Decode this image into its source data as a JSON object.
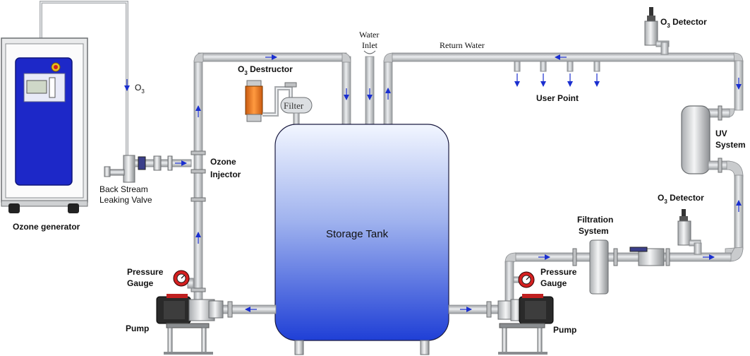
{
  "labels": {
    "ozone_generator": "Ozone generator",
    "o3_feed": "O",
    "o3_sub": "3",
    "back_stream_line1": "Back Stream",
    "back_stream_line2": "Leaking Valve",
    "ozone_injector_line1": "Ozone",
    "ozone_injector_line2": "Injector",
    "o3_destructor_pre": "O",
    "o3_destructor_sub": "3",
    "o3_destructor_post": " Destructor",
    "filter": "Filter",
    "water_inlet_line1": "Water",
    "water_inlet_line2": "Inlet",
    "return_water": "Return Water",
    "user_point": "User Point",
    "o3_detector_top_pre": "O",
    "o3_detector_top_sub": "3",
    "o3_detector_top_post": " Detector",
    "uv_line1": "UV",
    "uv_line2": "System",
    "o3_detector_mid_pre": "O",
    "o3_detector_mid_sub": "3",
    "o3_detector_mid_post": " Detector",
    "filtration_line1": "Filtration",
    "filtration_line2": "System",
    "storage_tank": "Storage Tank",
    "pressure_gauge_left_line1": "Pressure",
    "pressure_gauge_left_line2": "Gauge",
    "pressure_gauge_right_line1": "Pressure",
    "pressure_gauge_right_line2": "Gauge",
    "pump_left": "Pump",
    "pump_right": "Pump"
  },
  "colors": {
    "pipe_fill": "#d4d6d8",
    "pipe_edge": "#8a8d90",
    "flow_arrow": "#1a2fd0",
    "tank_top": "#f2f6ff",
    "tank_bottom": "#1f3fd6",
    "generator_panel": "#1d28c8",
    "destructor_orange": "#f07a20",
    "pump_body": "#2a2a2a",
    "gauge_red": "#d42020"
  }
}
